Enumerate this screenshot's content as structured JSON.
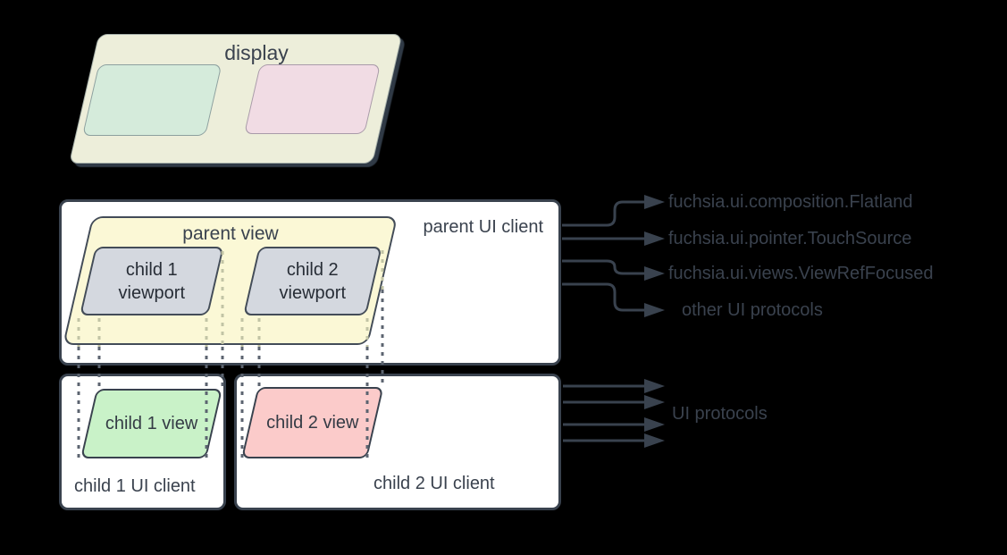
{
  "colors": {
    "background": "#000000",
    "ink": "#39424e",
    "text": "#3a424e",
    "display_fill": "#edeeda",
    "display_child1_fill": "#d5ebdb",
    "display_child2_fill": "#f1dce4",
    "parent_view_fill": "#fbf8d6",
    "viewport_fill": "#d4d8df",
    "child1_view_fill": "#c9f2c8",
    "child2_view_fill": "#fbcbca",
    "client_box_fill": "#ffffff",
    "dotted_line_dark": "#5c6470",
    "dotted_line_over_yellow": "#c2c4a5"
  },
  "display": {
    "label": "display"
  },
  "parent_client": {
    "label": "parent UI client",
    "view_label": "parent view",
    "viewport1_label": "child 1 viewport",
    "viewport2_label": "child 2 viewport"
  },
  "child1_client": {
    "label": "child 1 UI client",
    "view_label": "child 1 view"
  },
  "child2_client": {
    "label": "child 2 UI client",
    "view_label": "child 2 view"
  },
  "parent_protocols": [
    "fuchsia.ui.composition.Flatland",
    "fuchsia.ui.pointer.TouchSource",
    "fuchsia.ui.views.ViewRefFocused",
    "other UI protocols"
  ],
  "child_protocols_label": "UI protocols"
}
